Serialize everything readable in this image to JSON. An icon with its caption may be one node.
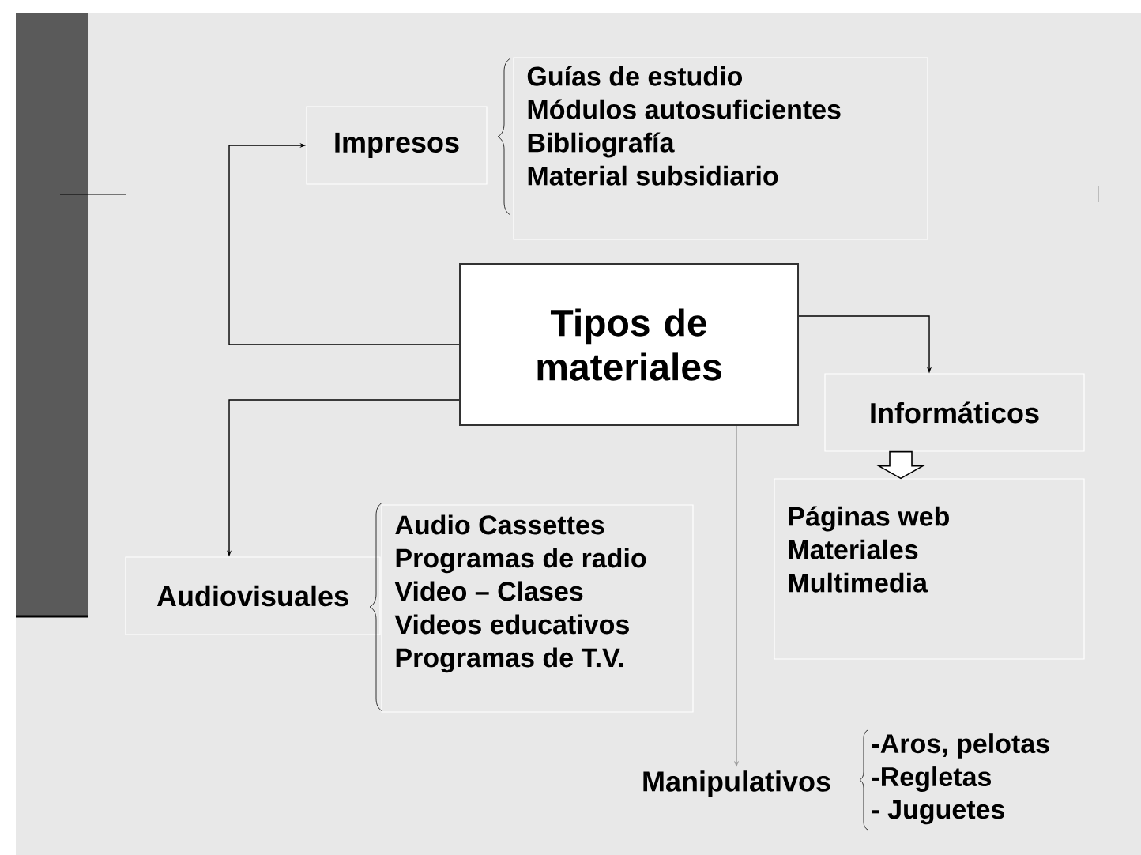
{
  "diagram": {
    "nodes": [
      {
        "text": [
          "Tipos de materiales"
        ]
      },
      {
        "text": [
          "Impresos"
        ]
      },
      {
        "text": [
          "Guías de estudio",
          "Módulos autosuficientes",
          "Bibliografía",
          "Material subsidiario"
        ]
      },
      {
        "text": [
          "Informáticos"
        ]
      },
      {
        "text": [
          "Páginas web",
          "Materiales",
          "Multimedia"
        ]
      },
      {
        "text": [
          "Audiovisuales"
        ]
      },
      {
        "text": [
          "Audio Cassettes",
          "Programas de radio",
          "Video – Clases",
          "Videos educativos",
          "Programas de T.V."
        ]
      },
      {
        "text": [
          "Manipulativos"
        ]
      }
    ],
    "edges": [
      {
        "from": 0,
        "to": 1,
        "arrow": "to"
      },
      {
        "from": 0,
        "to": 3,
        "arrow": "to"
      },
      {
        "from": 0,
        "to": 5,
        "arrow": "to"
      },
      {
        "from": 0,
        "to": 7,
        "arrow": "to",
        "color": "#9a9a9a"
      },
      {
        "from": 3,
        "to": 4,
        "arrow": "to",
        "style": "thick"
      }
    ],
    "labels": [
      "-Aros, pelotas",
      "-Regletas",
      "- Juguetes"
    ]
  }
}
